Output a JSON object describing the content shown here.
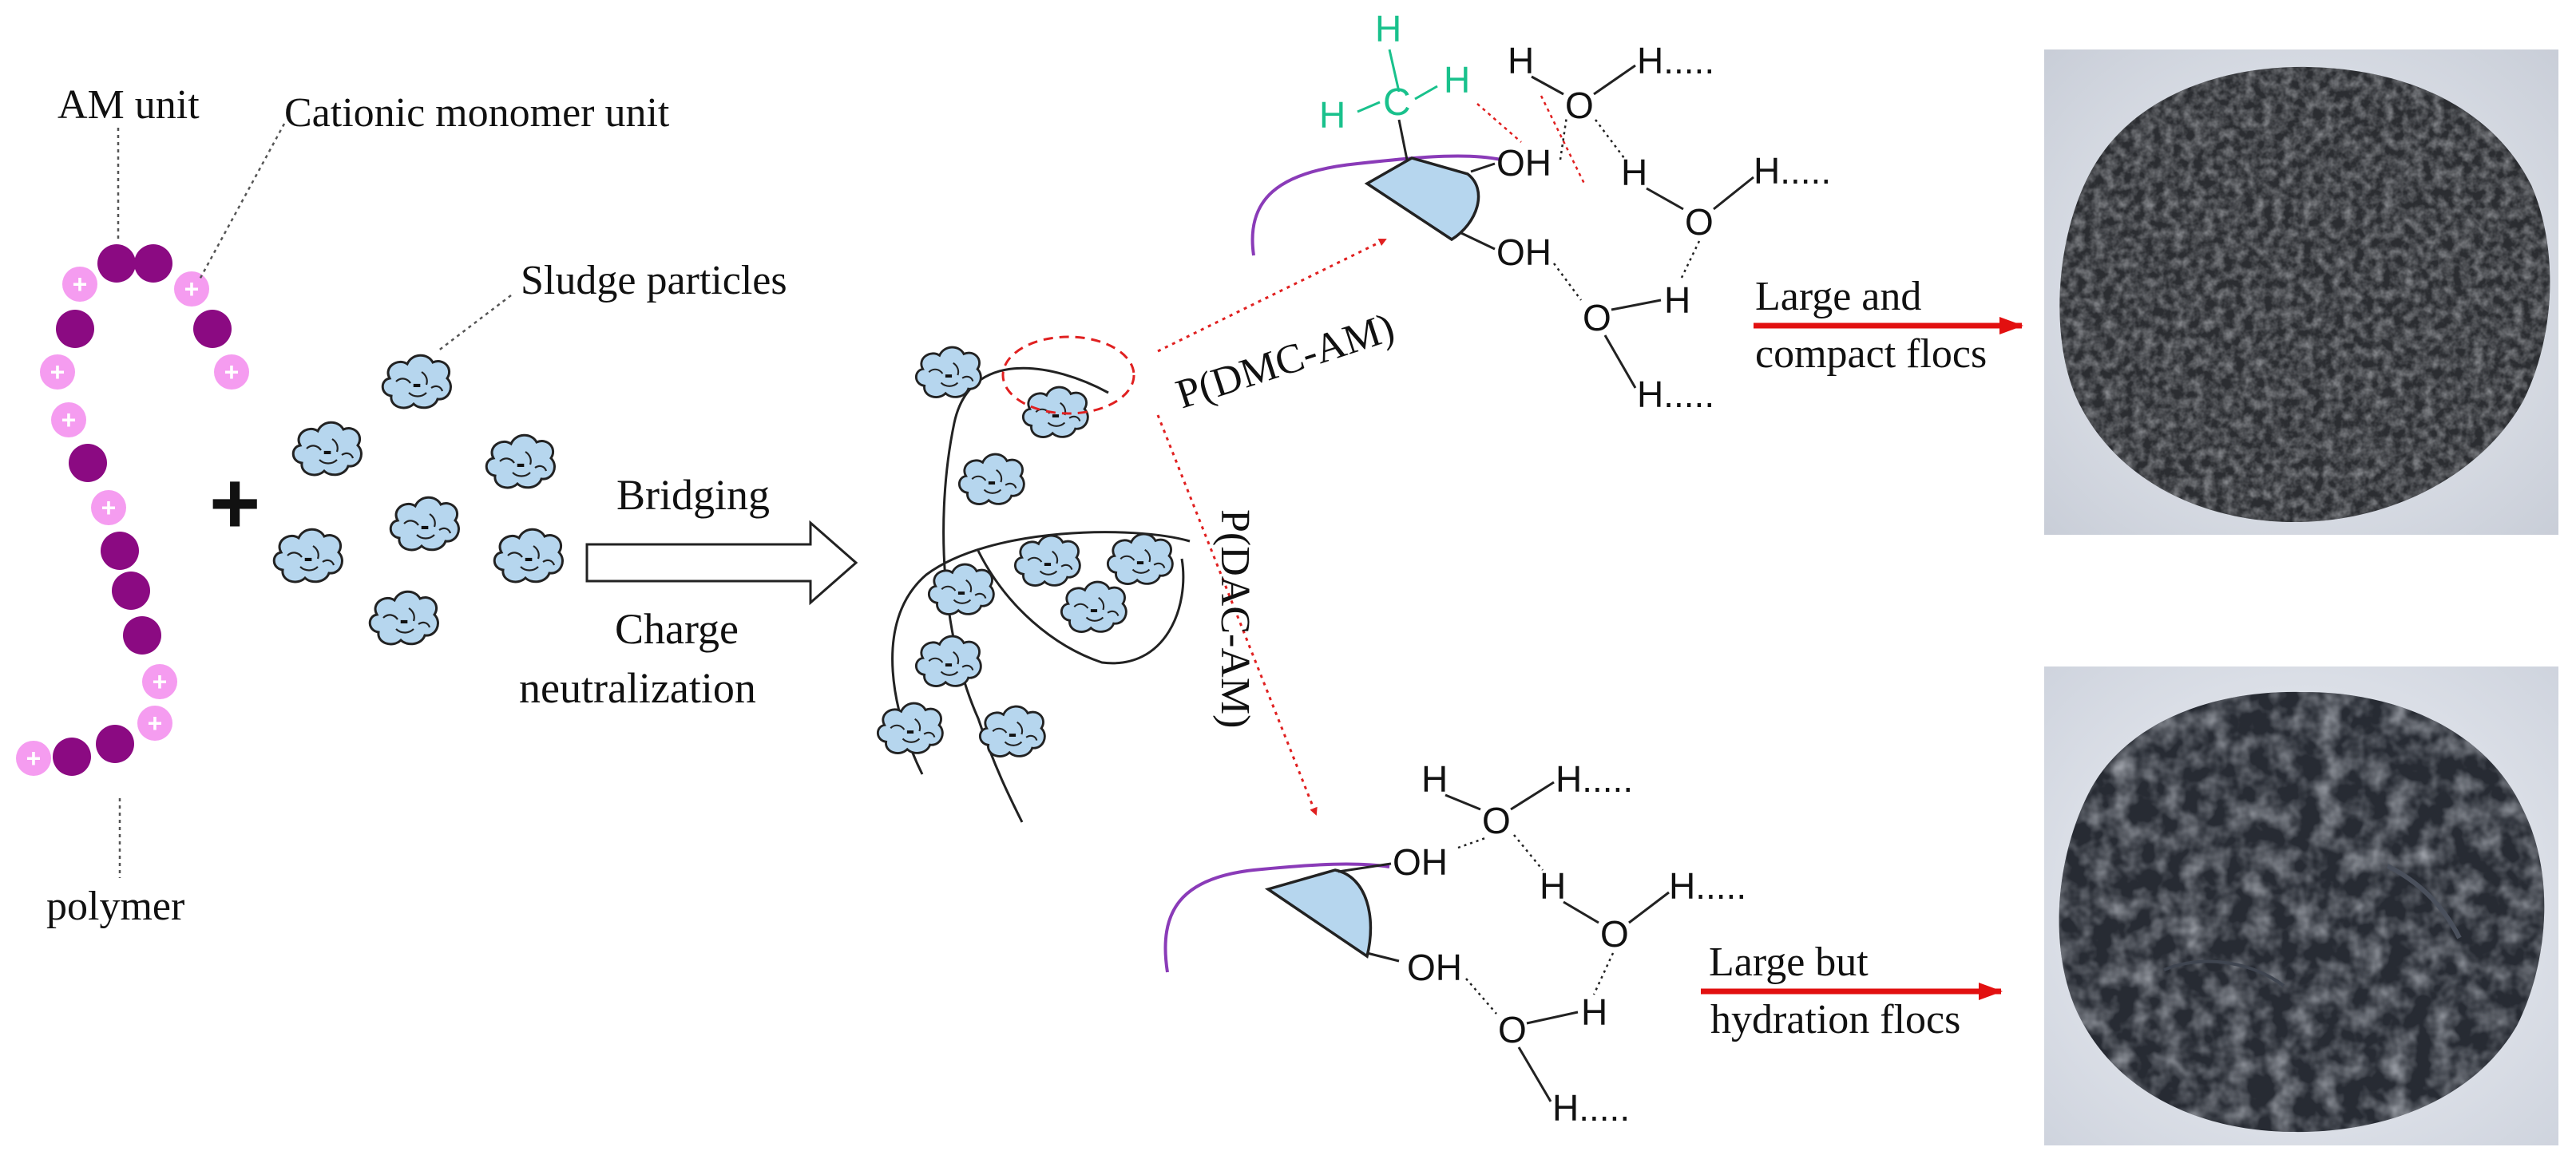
{
  "labels": {
    "am_unit": "AM unit",
    "cationic_unit": "Cationic monomer unit",
    "polymer": "polymer",
    "sludge_particles": "Sludge particles",
    "plus_sign": "+",
    "bridging": "Bridging",
    "charge": "Charge",
    "neutralization": "neutralization",
    "dmc_am": "P(DMC-AM)",
    "dac_am": "P(DAC-AM)",
    "result_top_line1": "Large and",
    "result_top_line2": "compact flocs",
    "result_bottom_line1": "Large but",
    "result_bottom_line2": "hydration flocs"
  },
  "chemistry": {
    "methyl_c": "C",
    "methyl_h": "H",
    "hydroxyl": "OH",
    "oxygen": "O",
    "hydrogen": "H",
    "hydrogen_chain": "H....."
  },
  "symbols": {
    "particle_charge": "-",
    "monomer_charge": "+"
  },
  "colors": {
    "am_unit": "#8b0a82",
    "cationic_unit": "#f59cf0",
    "particle_fill": "#b6d6ee",
    "wedge_fill": "#b6d6ee",
    "polymer_tail": "#8a3bb8",
    "methyl_group": "#19c18c",
    "pathway_arrow": "#e02020",
    "result_arrow": "#e21010"
  },
  "icons": {
    "top_photo": "dewatered-sludge-cake-photo",
    "bottom_photo": "hydrated-sludge-cake-photo"
  }
}
